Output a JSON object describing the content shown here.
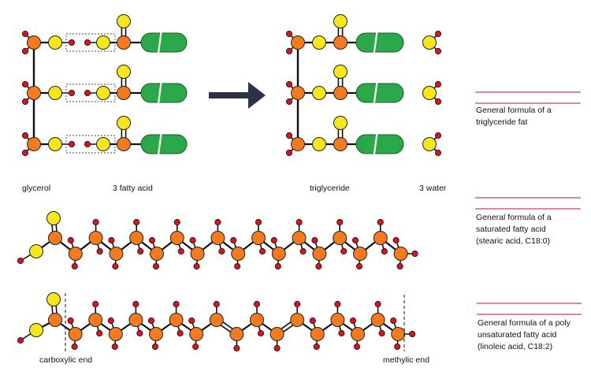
{
  "colors": {
    "carbon": "#f47a20",
    "oxygen": "#f5e61e",
    "hydrogen": "#e0101f",
    "chain": "#2ba84a",
    "bond": "#111111",
    "arrow": "#2b3244",
    "blank_line": "#c8102e"
  },
  "labels": {
    "glycerol": "glycerol",
    "fatty_acid": "3 fatty acid",
    "triglyceride": "triglyceride",
    "water": "3 water",
    "carboxylic_end": "carboxylic end",
    "methylic_end": "methylic end"
  },
  "captions": {
    "triglyceride": [
      "General formula of a",
      "triglyceride fat"
    ],
    "saturated": [
      "General formula of a",
      "saturated fatty acid",
      "(stearic acid, C18:0)"
    ],
    "unsaturated": [
      "General formula of a poly",
      "unsaturated fatty acid",
      "(linoleic acid, C18:2)"
    ]
  },
  "reaction_arrow_icon": "right-arrow-icon"
}
